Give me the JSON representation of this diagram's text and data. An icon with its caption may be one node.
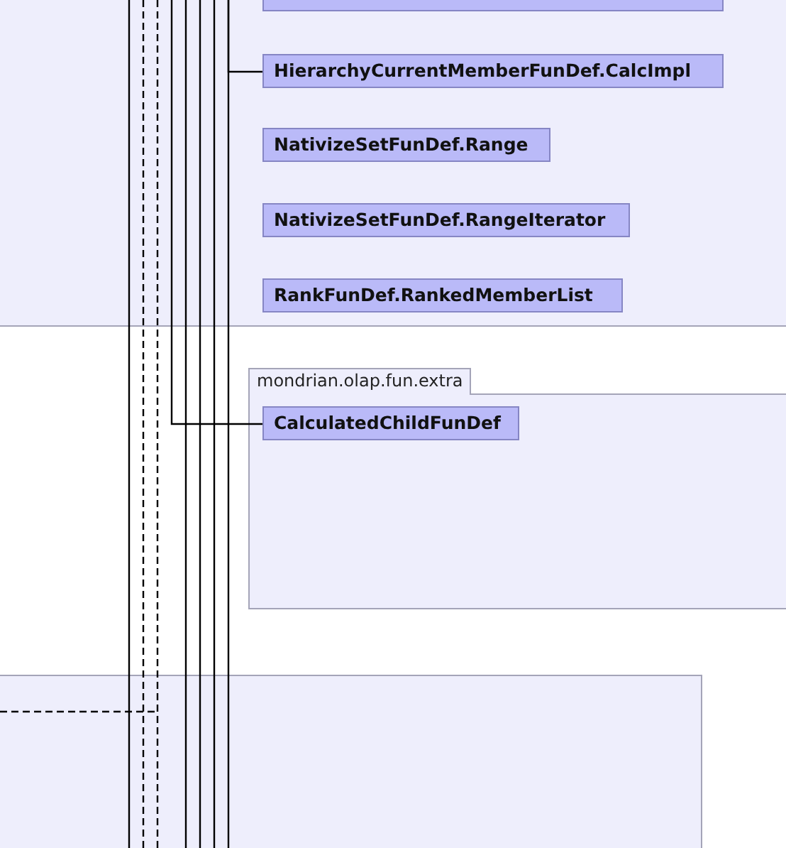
{
  "diagram": {
    "nodes": [
      {
        "text": [],
        "shape": "box"
      },
      {
        "text": [
          "HierarchyCurrentMemberFunDef.CalcImpl"
        ]
      },
      {
        "text": [
          "NativizeSetFunDef.Range"
        ]
      },
      {
        "text": [
          "NativizeSetFunDef.RangeIterator"
        ]
      },
      {
        "text": [
          "RankFunDef.RankedMemberList"
        ]
      },
      {
        "text": [
          "mondrian.olap.fun.extra"
        ]
      },
      {
        "text": [
          "CalculatedChildFunDef"
        ],
        "in": 5
      }
    ],
    "edges": [
      {
        "from": null,
        "to": 1,
        "arrow": "none"
      },
      {
        "from": null,
        "to": 6,
        "arrow": "none"
      }
    ]
  }
}
